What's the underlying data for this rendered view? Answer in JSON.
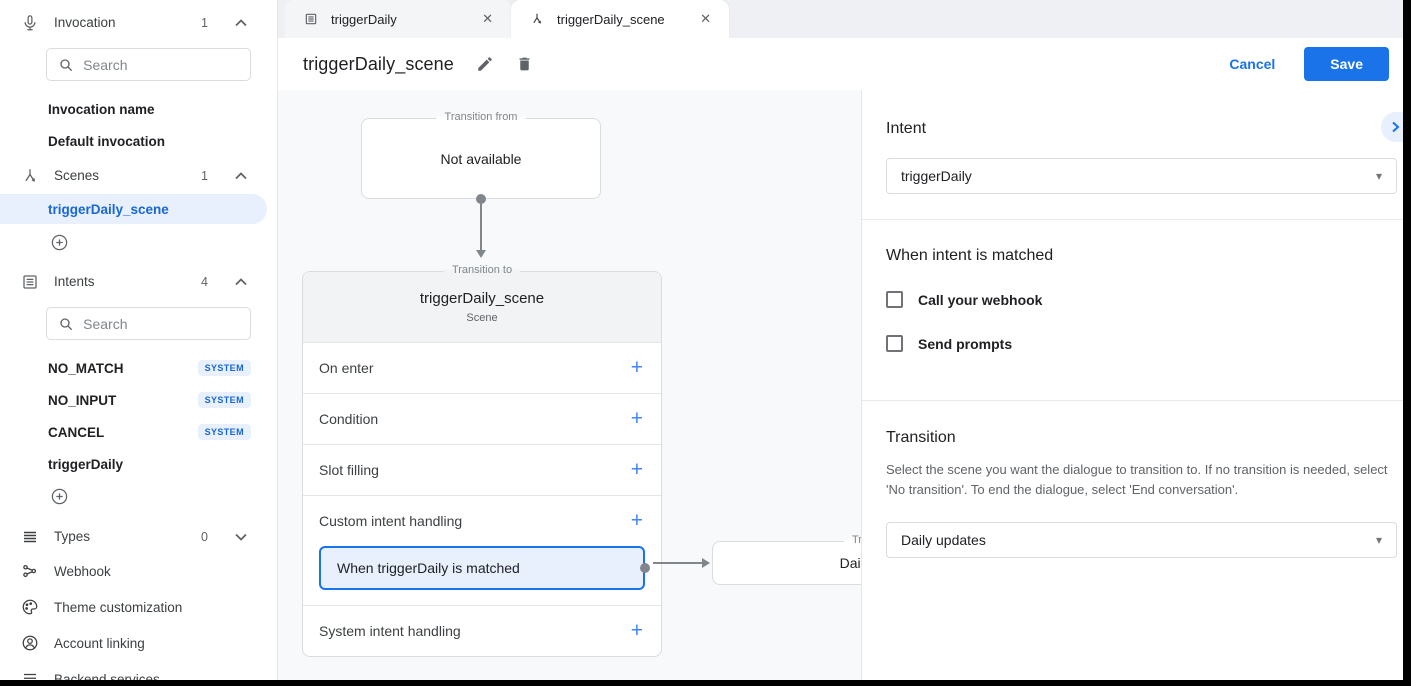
{
  "colors": {
    "accent": "#1a73e8",
    "selected_bg": "#e8f0fe",
    "badge_text": "#1967d2",
    "canvas_bg": "#f8f9fa",
    "connector": "#80868b"
  },
  "icons": {
    "plus": "+",
    "close": "✕",
    "caret": "▾"
  },
  "sidebar": {
    "invocation": {
      "label": "Invocation",
      "count": "1",
      "search_placeholder": "Search",
      "items": [
        {
          "name": "Invocation name"
        },
        {
          "name": "Default invocation"
        }
      ]
    },
    "scenes": {
      "label": "Scenes",
      "count": "1",
      "selected_item": "triggerDaily_scene"
    },
    "intents": {
      "label": "Intents",
      "count": "4",
      "search_placeholder": "Search",
      "items": [
        {
          "name": "NO_MATCH",
          "badge": "SYSTEM"
        },
        {
          "name": "NO_INPUT",
          "badge": "SYSTEM"
        },
        {
          "name": "CANCEL",
          "badge": "SYSTEM"
        },
        {
          "name": "triggerDaily",
          "badge": ""
        }
      ]
    },
    "types": {
      "label": "Types",
      "count": "0"
    },
    "links": [
      {
        "label": "Webhook"
      },
      {
        "label": "Theme customization"
      },
      {
        "label": "Account linking"
      },
      {
        "label": "Backend services"
      }
    ]
  },
  "tabs": [
    {
      "label": "triggerDaily"
    },
    {
      "label": "triggerDaily_scene"
    }
  ],
  "header": {
    "title": "triggerDaily_scene",
    "cancel_label": "Cancel",
    "save_label": "Save"
  },
  "canvas": {
    "transition_from": {
      "legend": "Transition from",
      "content": "Not available"
    },
    "scene_card": {
      "legend": "Transition to",
      "title": "triggerDaily_scene",
      "subtitle": "Scene",
      "rows": [
        "On enter",
        "Condition",
        "Slot filling",
        "Custom intent handling",
        "System intent handling"
      ],
      "matched_chip": "When triggerDaily is matched"
    },
    "target_card": {
      "legend": "Transition to",
      "content": "Daily updates"
    }
  },
  "panel": {
    "intent": {
      "heading": "Intent",
      "value": "triggerDaily"
    },
    "matched": {
      "heading": "When intent is matched",
      "checkboxes": [
        {
          "label": "Call your webhook"
        },
        {
          "label": "Send prompts"
        }
      ]
    },
    "transition": {
      "heading": "Transition",
      "description": "Select the scene you want the dialogue to transition to. If no transition is needed, select 'No transition'. To end the dialogue, select 'End conversation'.",
      "value": "Daily updates"
    }
  }
}
